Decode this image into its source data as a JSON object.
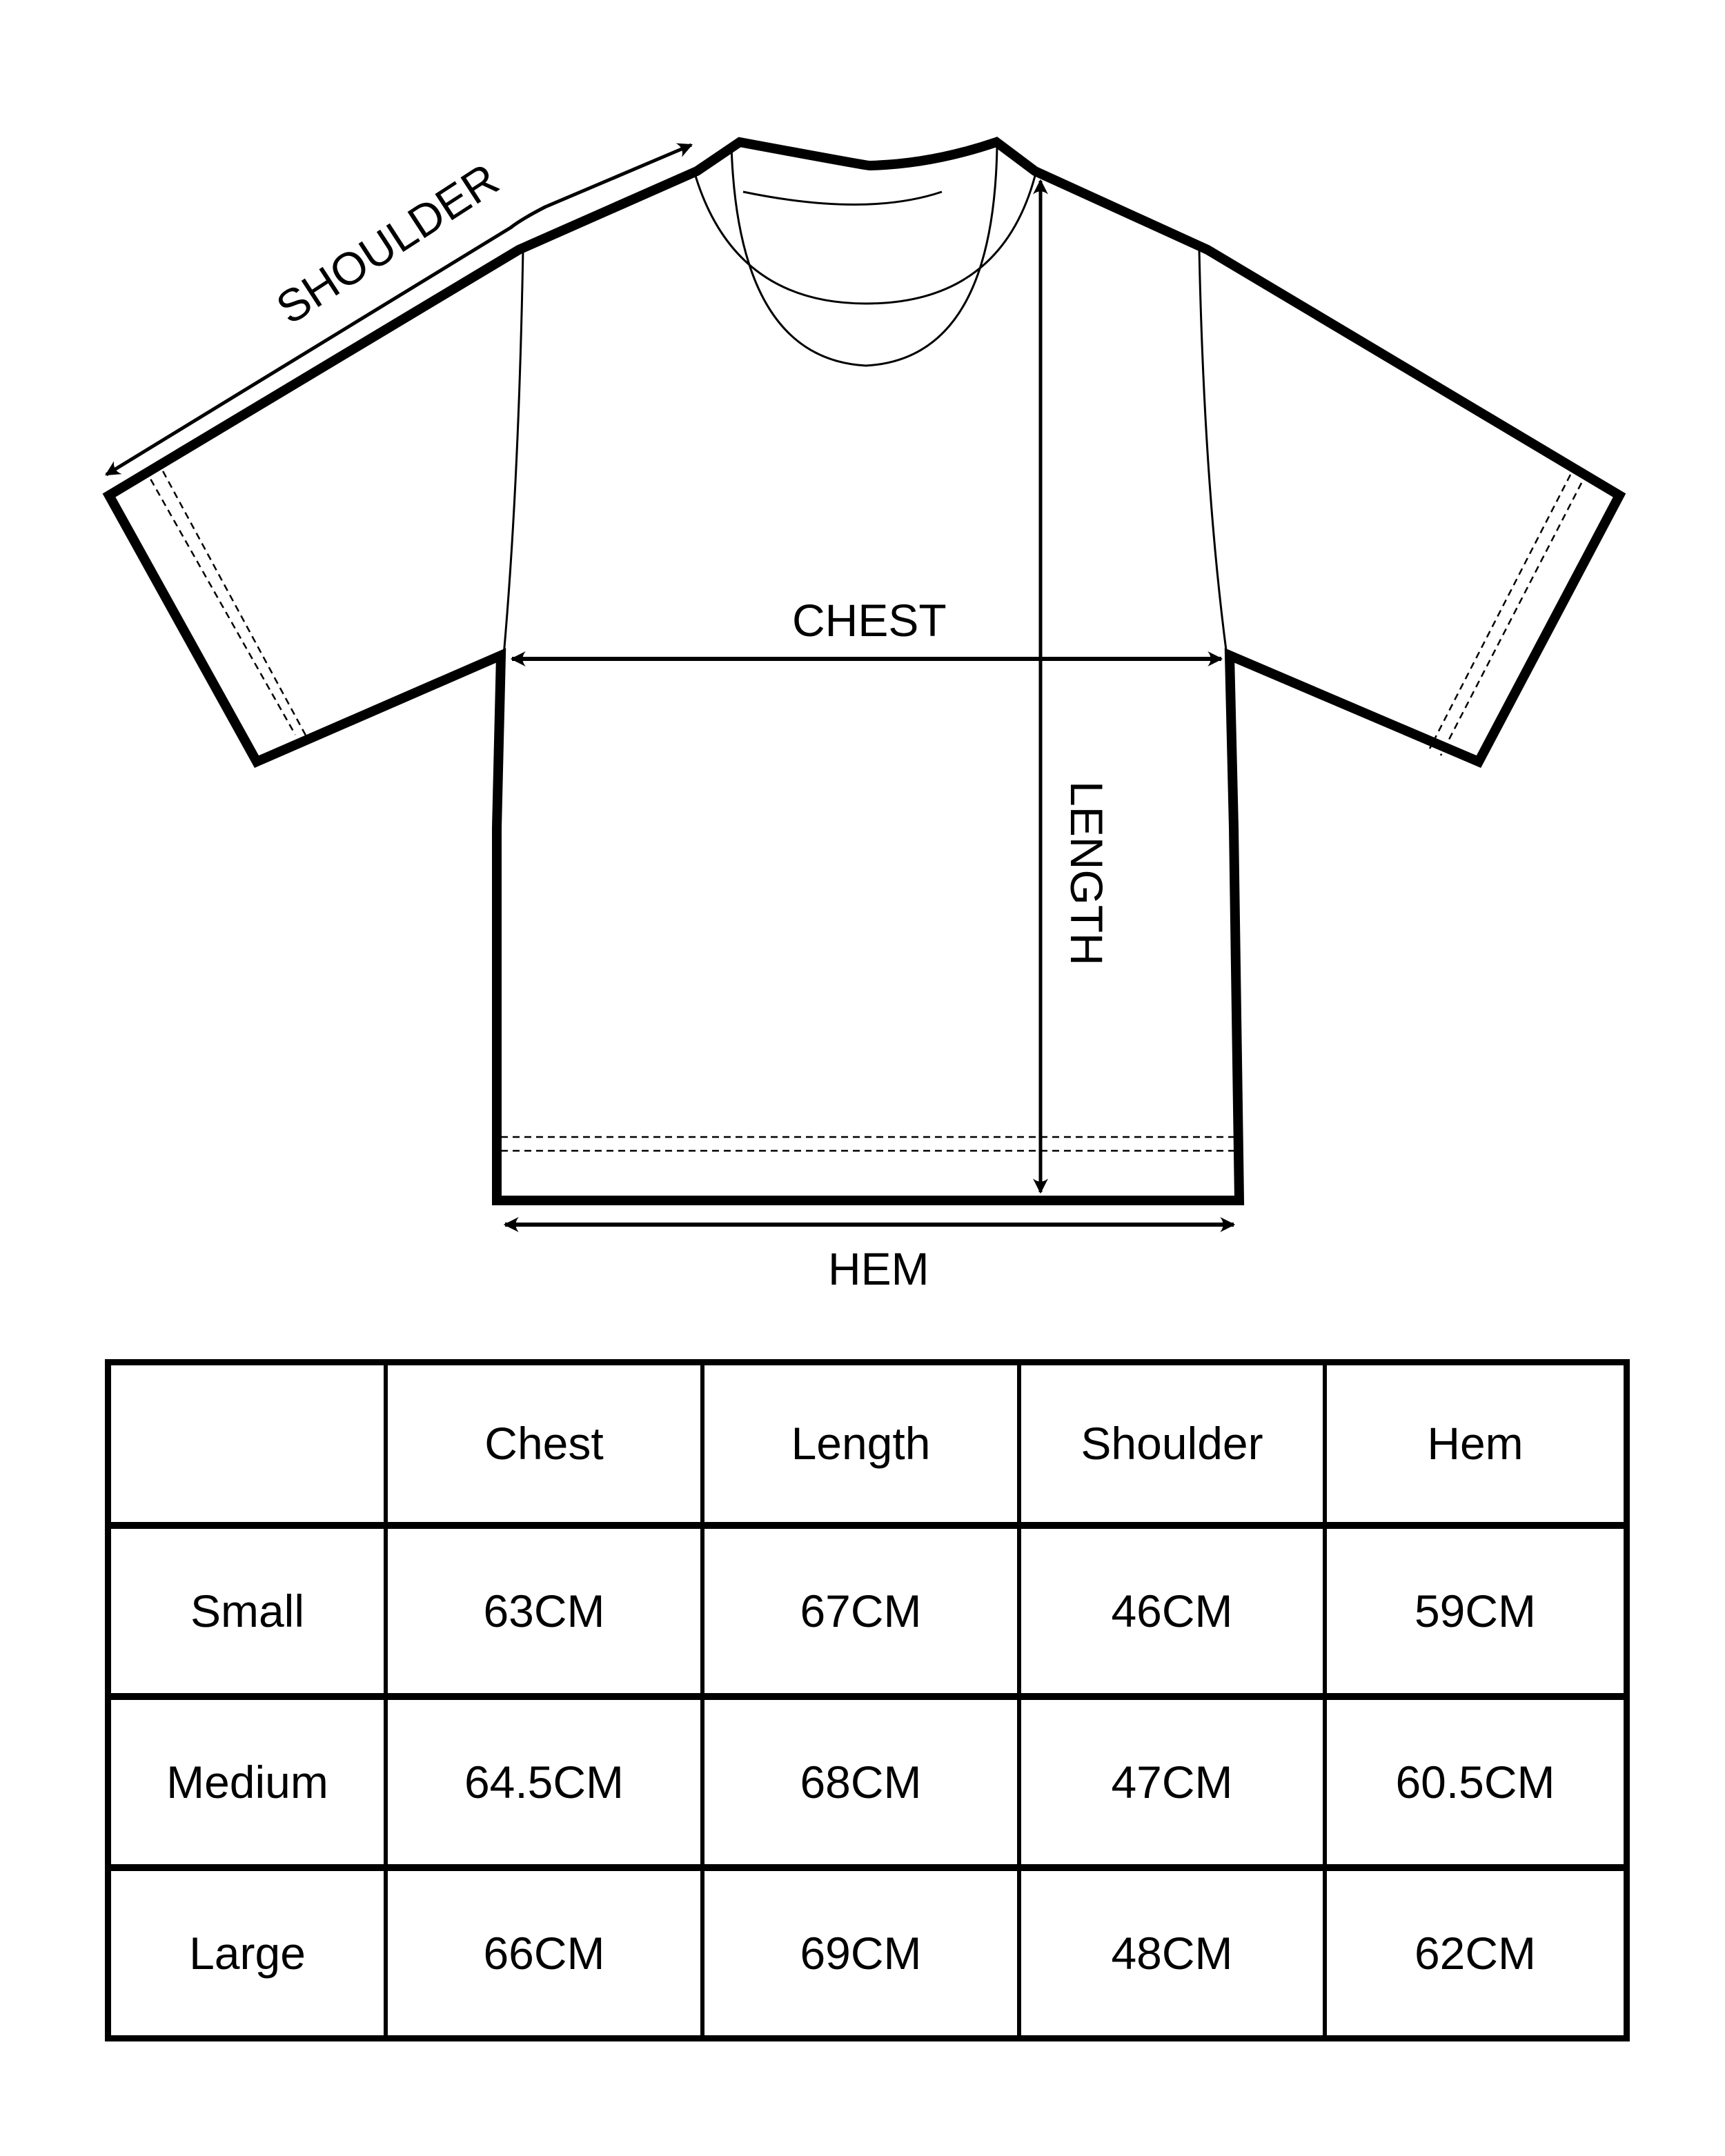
{
  "diagram": {
    "title": "T-shirt measurement guide",
    "labels": {
      "shoulder": "SHOULDER",
      "chest": "CHEST",
      "length": "LENGTH",
      "hem": "HEM"
    },
    "line_color": "#000000",
    "background_color": "#ffffff"
  },
  "table": {
    "headers": [
      "",
      "Chest",
      "Length",
      "Shoulder",
      "Hem"
    ],
    "rows": [
      {
        "size": "Small",
        "chest": "63CM",
        "length": "67CM",
        "shoulder": "46CM",
        "hem": "59CM"
      },
      {
        "size": "Medium",
        "chest": "64.5CM",
        "length": "68CM",
        "shoulder": "47CM",
        "hem": "60.5CM"
      },
      {
        "size": "Large",
        "chest": "66CM",
        "length": "69CM",
        "shoulder": "48CM",
        "hem": "62CM"
      }
    ]
  }
}
